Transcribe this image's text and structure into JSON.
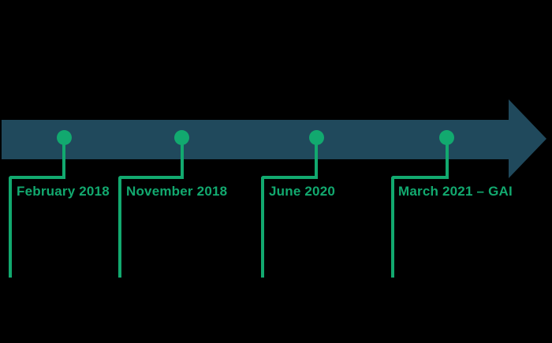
{
  "timeline": {
    "events": [
      {
        "label": "February 2018"
      },
      {
        "label": "November 2018"
      },
      {
        "label": "June 2020"
      },
      {
        "label": "March 2021 – GAI"
      }
    ]
  },
  "colors": {
    "background": "#000000",
    "arrow": "#20495C",
    "accent": "#12A96F"
  }
}
